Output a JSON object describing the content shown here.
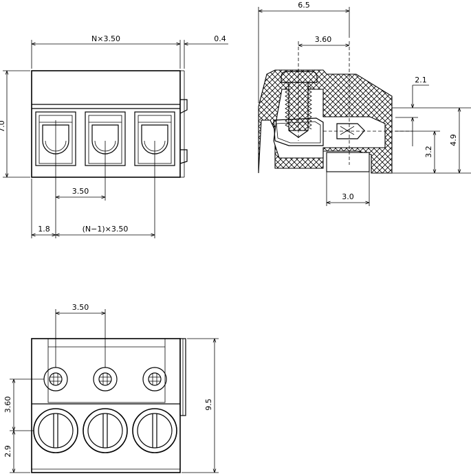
{
  "front_view": {
    "dim_total_width": "N×3.50",
    "dim_height": "7.0",
    "dim_pitch": "3.50",
    "dim_offset": "1.8",
    "dim_n_minus_1": "(N−1)×3.50"
  },
  "side_view": {
    "dim_depth": "6.5",
    "dim_screw_pos": "3.60",
    "dim_opening": "2.1",
    "dim_slot_width": "3.0",
    "dim_wire_height": "3.2",
    "dim_body_height": "4.9",
    "dim_gap": "0.4"
  },
  "top_view": {
    "dim_pitch": "3.50",
    "dim_screw_row": "3.60",
    "dim_wire_row": "2.9",
    "dim_total_height": "9.5"
  }
}
